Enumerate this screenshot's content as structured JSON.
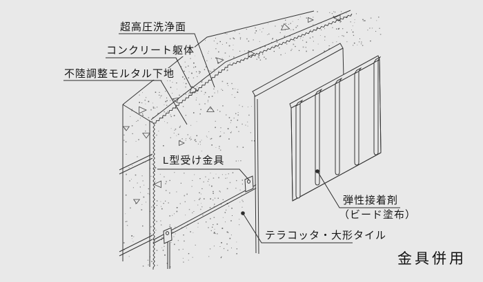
{
  "diagram": {
    "type": "construction-detail-isometric",
    "caption": "金具併用",
    "labels": {
      "washed_surface": "超高圧洗浄面",
      "concrete_body": "コンクリート躯体",
      "mortar_base": "不陸調整モルタル下地",
      "l_bracket": "L型受け金具",
      "adhesive": "弾性接着剤",
      "adhesive_sub": "（ビード塗布）",
      "tile": "テラコッタ・大形タイル"
    },
    "colors": {
      "background": "#e9e9e9",
      "line": "#333333",
      "text": "#161616",
      "stipple": "#4a4a4a"
    }
  }
}
